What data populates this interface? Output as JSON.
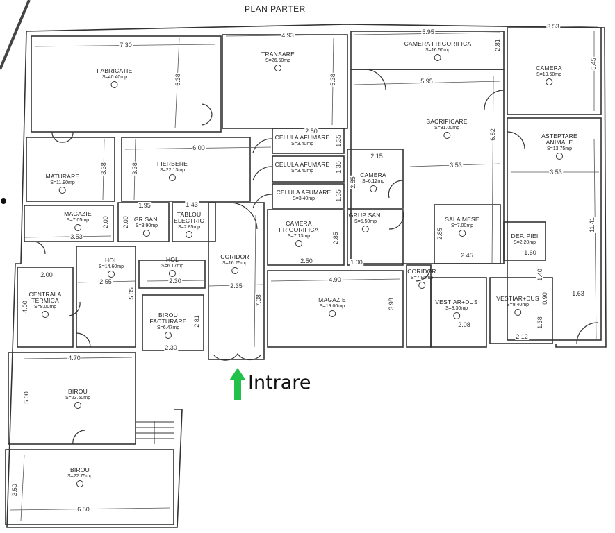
{
  "title": "PLAN PARTER",
  "entrance_label": "Intrare",
  "entrance_arrow_color": "#22c24a",
  "rooms": {
    "fabricatie": {
      "name": "FABRICATIE",
      "area": "S=40.40mp"
    },
    "transare": {
      "name": "TRANSARE",
      "area": "S=26.50mp"
    },
    "camera_frigorifica_mare": {
      "name": "CAMERA FRIGORIFICA",
      "area": "S=16.50mp"
    },
    "camera_dreapta": {
      "name": "CAMERA",
      "area": "S=19.60mp"
    },
    "sacrificare": {
      "name": "SACRIFICARE",
      "area": "S=31.00mp"
    },
    "asteptare": {
      "name": "ASTEPTARE ANIMALE",
      "area": "S=13.75mp"
    },
    "maturare": {
      "name": "MATURARE",
      "area": "S=11.90mp"
    },
    "fierbere": {
      "name": "FIERBERE",
      "area": "S=22.13mp"
    },
    "celula1": {
      "name": "CELULA AFUMARE",
      "area": "S=3.40mp"
    },
    "celula2": {
      "name": "CELULA AFUMARE",
      "area": "S=3.40mp"
    },
    "celula3": {
      "name": "CELULA AFUMARE",
      "area": "S=3.40mp"
    },
    "camera_mica": {
      "name": "CAMERA",
      "area": "S=6.12mp"
    },
    "magazie_mica": {
      "name": "MAGAZIE",
      "area": "S=7.05mp"
    },
    "gr_san": {
      "name": "GR.SAN.",
      "area": "S=3.90mp"
    },
    "tablou": {
      "name": "TABLOU ELECTRIC",
      "area": "S=2.85mp"
    },
    "camera_frigorifica_mica": {
      "name": "CAMERA FRIGORIFICA",
      "area": "S=7.13mp"
    },
    "grup_san": {
      "name": "GRUP SAN.",
      "area": "S=5.50mp"
    },
    "sala_mese": {
      "name": "SALA MESE",
      "area": "S=7.00mp"
    },
    "dep_piei": {
      "name": "DEP. PIEI",
      "area": "S=2.20mp"
    },
    "hol_mare": {
      "name": "HOL",
      "area": "S=14.60mp"
    },
    "hol_mic": {
      "name": "HOL",
      "area": "S=6.17mp"
    },
    "coridor": {
      "name": "CORIDOR",
      "area": "S=16.25mp"
    },
    "centrala": {
      "name": "CENTRALA TERMICA",
      "area": "S=8.00mp"
    },
    "birou_facturare": {
      "name": "BIROU FACTURARE",
      "area": "S=6.47mp"
    },
    "magazie_mare": {
      "name": "MAGAZIE",
      "area": "S=19.00mp"
    },
    "coridor2": {
      "name": "CORIDOR",
      "area": "S=7.90mp"
    },
    "vestiar1": {
      "name": "VESTIAR+DUS",
      "area": "S=8.30mp"
    },
    "vestiar2": {
      "name": "VESTIAR+DUS",
      "area": "S=8.40mp"
    },
    "birou1": {
      "name": "BIROU",
      "area": "S=23.50mp"
    },
    "birou2": {
      "name": "BIROU",
      "area": "S=22.75mp"
    }
  },
  "dimensions": {
    "d730": "7.30",
    "d538a": "5.38",
    "d493": "4.93",
    "d538b": "5.38",
    "d595a": "5.95",
    "d281": "2.81",
    "d595b": "5.95",
    "d353a": "3.53",
    "d545": "5.45",
    "d682": "6.82",
    "d353b": "3.53",
    "d353c": "3.53",
    "d600": "6.00",
    "d338a": "3.38",
    "d338b": "3.38",
    "d250a": "2.50",
    "d135a": "1.35",
    "d135b": "1.35",
    "d135c": "1.35",
    "d215": "2.15",
    "d285a": "2.85",
    "d195": "1.95",
    "d143": "1.43",
    "d200a": "2.00",
    "d200b": "2.00",
    "d353d": "3.53",
    "d285b": "2.85",
    "d250b": "2.50",
    "d100": "1.00",
    "d285c": "2.85",
    "d245": "2.45",
    "d160": "1.60",
    "d1141": "11.41",
    "d200c": "2.00",
    "d255": "2.55",
    "d505": "5.05",
    "d400": "4.00",
    "d230a": "2.30",
    "d235": "2.35",
    "d708": "7.08",
    "d281b": "2.81",
    "d230b": "2.30",
    "d490": "4.90",
    "d398": "3.98",
    "d140": "1.40",
    "d090": "0.90",
    "d163": "1.63",
    "d138": "1.38",
    "d208": "2.08",
    "d212": "2.12",
    "d470": "4.70",
    "d500": "5.00",
    "d350": "3.50",
    "d650": "6.50"
  }
}
